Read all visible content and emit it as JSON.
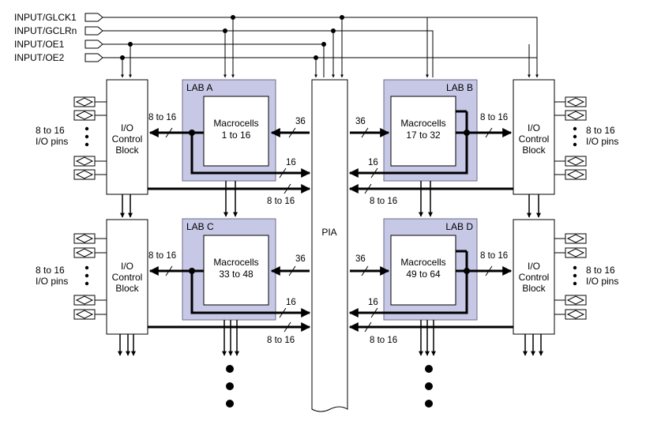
{
  "inputs": [
    "INPUT/GLCK1",
    "INPUT/GCLRn",
    "INPUT/OE1",
    "INPUT/OE2"
  ],
  "labs": {
    "a": {
      "name": "LAB A",
      "line1": "Macrocells",
      "line2": "1 to 16"
    },
    "b": {
      "name": "LAB B",
      "line1": "Macrocells",
      "line2": "17 to 32"
    },
    "c": {
      "name": "LAB C",
      "line1": "Macrocells",
      "line2": "33 to 48"
    },
    "d": {
      "name": "LAB D",
      "line1": "Macrocells",
      "line2": "49 to 64"
    }
  },
  "io_block": {
    "line1": "I/O",
    "line2": "Control",
    "line3": "Block"
  },
  "io_pins": {
    "line1": "8 to 16",
    "line2": "I/O pins"
  },
  "pia_label": "PIA",
  "bus_labels": {
    "io_bus": "8 to 16",
    "pia_in": "36",
    "feedback": "16",
    "io_to_pia": "8 to 16"
  },
  "colors": {
    "lab_fill": "#c7c8e6",
    "lab_stroke": "#6b6b8a",
    "line": "#000000"
  }
}
